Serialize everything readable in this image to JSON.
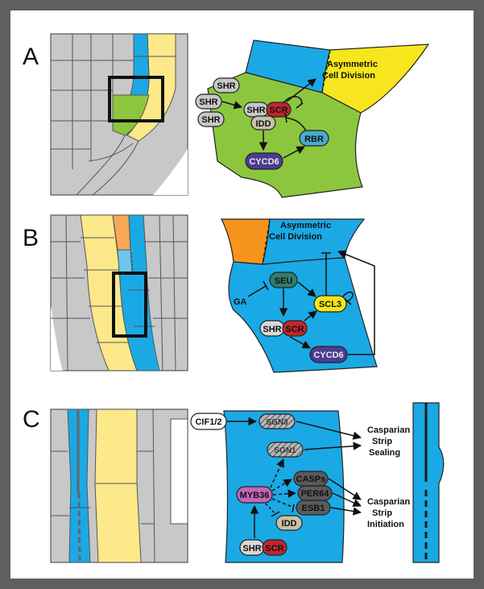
{
  "panels": {
    "a": {
      "letter": "A",
      "shr_outside": [
        "SHR",
        "SHR",
        "SHR"
      ],
      "shr": "SHR",
      "scr": "SCR",
      "idd": "IDD",
      "rbr": "RBR",
      "cycd6": "CYCD6",
      "division_label": [
        "Asymmetric",
        "Cell Division"
      ]
    },
    "b": {
      "letter": "B",
      "division_label": [
        "Asymmetric",
        "Cell Division"
      ],
      "ga": "GA",
      "seu": "SEU",
      "shr": "SHR",
      "scr": "SCR",
      "scl3": "SCL3",
      "cycd6": "CYCD6"
    },
    "c": {
      "letter": "C",
      "cif": "CIF1/2",
      "sgn3": "SGN3",
      "sgn1": "SGN1",
      "casps": "CASPs",
      "per64": "PER64",
      "esb1": "ESB1",
      "myb36": "MYB36",
      "idd": "IDD",
      "shr": "SHR",
      "scr": "SCR",
      "sealing_label": [
        "Casparian",
        "Strip",
        "Sealing"
      ],
      "initiation_label": [
        "Casparian",
        "Strip",
        "Initiation"
      ]
    }
  },
  "colors": {
    "endodermis": "#1aa9e5",
    "cortex": "#fde98a",
    "tissue": "#c8c8c8",
    "green": "#8cc63f",
    "scr_red": "#c1272d",
    "cycd6_purple": "#4a3d91",
    "seu_teal": "#2e7f70",
    "scl3_yellow": "#f5e61a",
    "myb36_pink": "#c166b8",
    "orange": "#f7941d",
    "frame": "#5f5f5f"
  }
}
